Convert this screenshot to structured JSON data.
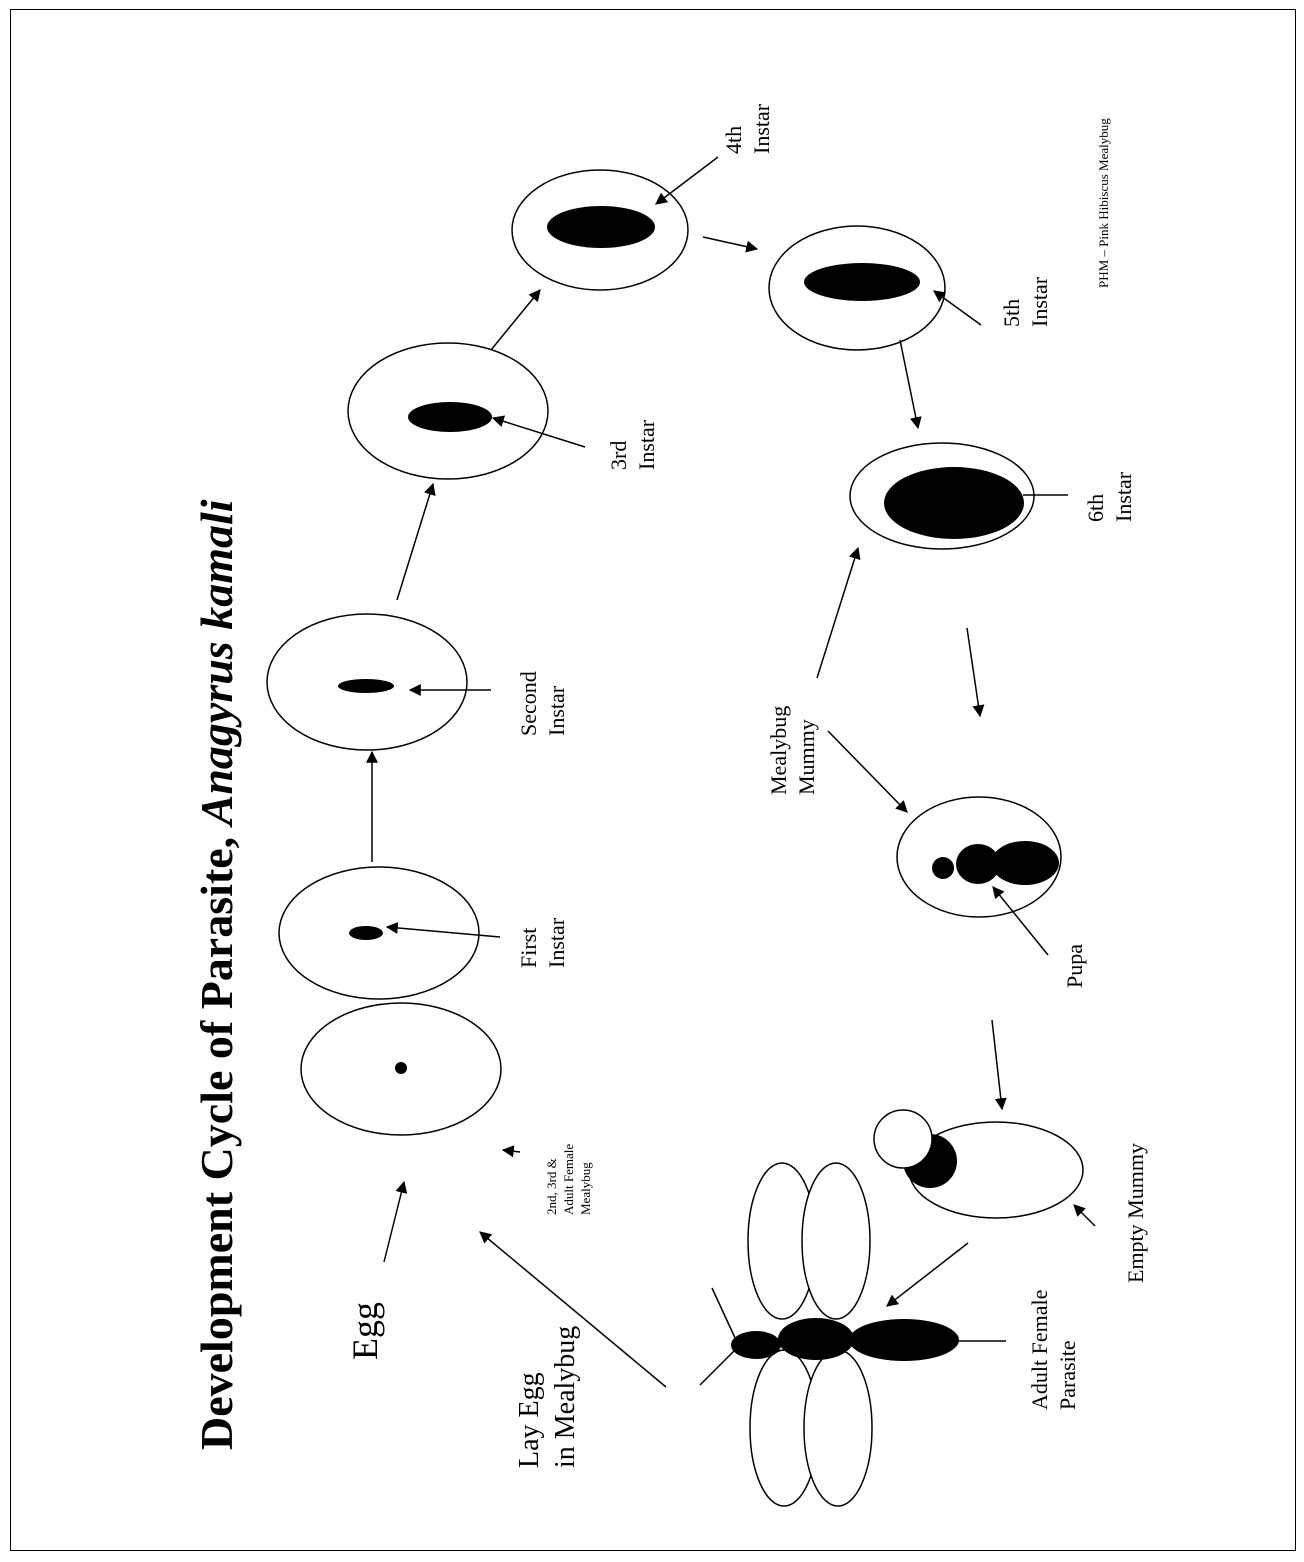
{
  "title": {
    "prefix": "Development Cycle of Parasite, ",
    "species": "Anagyrus kamali"
  },
  "note": "PHM – Pink Hibiscus Mealybug",
  "labels": {
    "egg": "Egg",
    "host": [
      "2nd, 3rd &",
      "Adult Female",
      "Mealybug"
    ],
    "first": [
      "First",
      "Instar"
    ],
    "second": [
      "Second",
      "Instar"
    ],
    "third": [
      "3rd",
      "Instar"
    ],
    "fourth": [
      "4th",
      "Instar"
    ],
    "fifth": [
      "5th",
      "Instar"
    ],
    "sixth": [
      "6th",
      "Instar"
    ],
    "mummy": [
      "Mealybug",
      "Mummy"
    ],
    "pupa": "Pupa",
    "empty": "Empty Mummy",
    "adult": [
      "Adult Female",
      "Parasite"
    ],
    "lay": [
      "Lay Egg",
      "in Mealybug"
    ]
  },
  "colors": {
    "ink": "#000000",
    "paper": "#ffffff"
  }
}
